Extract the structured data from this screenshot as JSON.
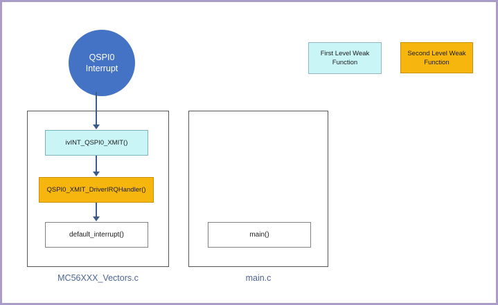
{
  "diagram": {
    "source": {
      "label_line1": "QSPI0",
      "label_line2": "Interrupt"
    },
    "legend": [
      {
        "name": "first-level-weak",
        "line1": "First Level Weak",
        "line2": "Function",
        "color": "#c9f5f7"
      },
      {
        "name": "second-level-weak",
        "line1": "Second Level Weak",
        "line2": "Function",
        "color": "#f6b60e"
      }
    ],
    "files": [
      {
        "name": "vectors",
        "label": "MC56XXX_Vectors.c",
        "functions": [
          {
            "name": "ivint-qspi0-xmit",
            "label": "ivINT_QSPI0_XMIT()",
            "level": "first"
          },
          {
            "name": "qspi0-xmit-driver-irq-handler",
            "label": "QSPI0_XMIT_DriverIRQHandler()",
            "level": "second"
          },
          {
            "name": "default-interrupt",
            "label": "default_interrupt()",
            "level": "plain"
          }
        ]
      },
      {
        "name": "main",
        "label": "main.c",
        "functions": [
          {
            "name": "main-function",
            "label": "main()",
            "level": "plain"
          }
        ]
      }
    ],
    "colors": {
      "frame_border": "#a99cc8",
      "circle": "#4472c4",
      "arrow": "#3a5a88",
      "file_label_text": "#4e6695",
      "container_border": "#555555"
    }
  }
}
